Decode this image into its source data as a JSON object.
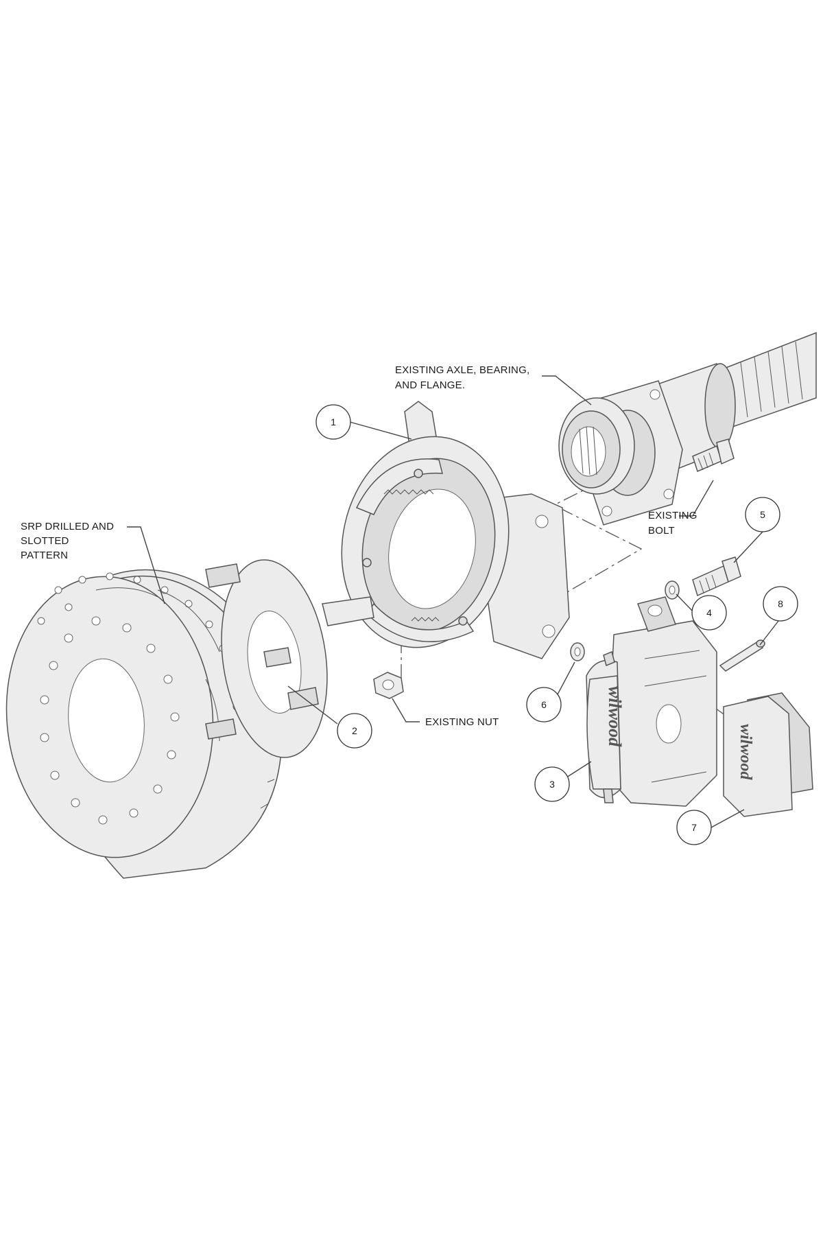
{
  "callouts": [
    {
      "id": "1",
      "label": "1"
    },
    {
      "id": "2",
      "label": "2"
    },
    {
      "id": "3",
      "label": "3"
    },
    {
      "id": "4",
      "label": "4"
    },
    {
      "id": "5",
      "label": "5"
    },
    {
      "id": "6",
      "label": "6"
    },
    {
      "id": "7",
      "label": "7"
    },
    {
      "id": "8",
      "label": "8"
    }
  ],
  "labels": {
    "axle": [
      "EXISTING AXLE, BEARING,",
      "AND FLANGE."
    ],
    "srp": [
      "SRP DRILLED AND",
      "SLOTTED",
      "PATTERN"
    ],
    "bolt": [
      "EXISTING",
      "BOLT"
    ],
    "nut": "EXISTING NUT"
  },
  "brand": "wilwood",
  "colors": {
    "line": "#444444",
    "fill": "#ececec",
    "background": "#ffffff"
  }
}
